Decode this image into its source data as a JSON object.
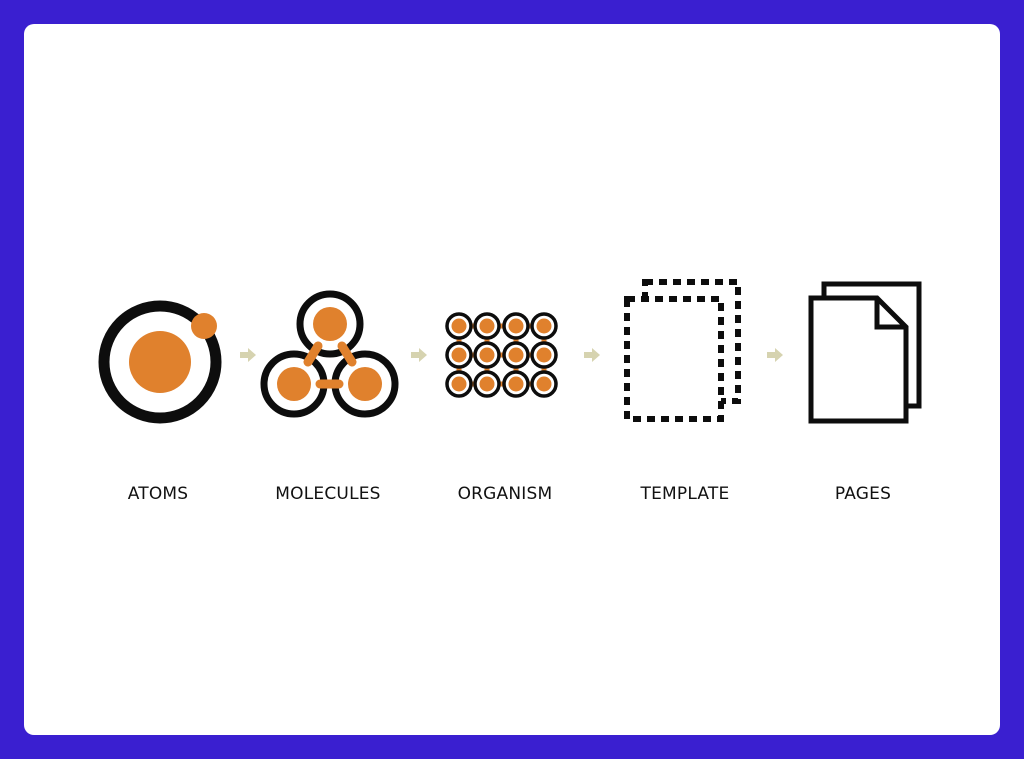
{
  "stages": [
    {
      "id": "atoms",
      "label": "ATOMS",
      "icon": "atom-icon"
    },
    {
      "id": "molecules",
      "label": "MOLECULES",
      "icon": "molecule-icon"
    },
    {
      "id": "organism",
      "label": "ORGANISM",
      "icon": "organism-grid-icon"
    },
    {
      "id": "template",
      "label": "TEMPLATE",
      "icon": "dashed-template-icon"
    },
    {
      "id": "pages",
      "label": "PAGES",
      "icon": "stacked-pages-icon"
    }
  ],
  "connectors": [
    {
      "from": "atoms",
      "to": "molecules",
      "icon": "arrow-right-icon"
    },
    {
      "from": "molecules",
      "to": "organism",
      "icon": "arrow-right-icon"
    },
    {
      "from": "organism",
      "to": "template",
      "icon": "arrow-right-icon"
    },
    {
      "from": "template",
      "to": "pages",
      "icon": "arrow-right-icon"
    }
  ],
  "colors": {
    "background": "#3a1fd0",
    "card": "#ffffff",
    "accent": "#e0812d",
    "stroke": "#0d0d0d",
    "arrow": "#d6d3b0",
    "label": "#111111"
  }
}
